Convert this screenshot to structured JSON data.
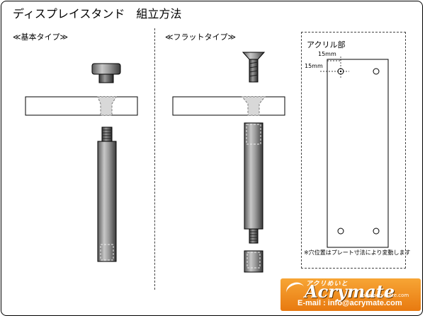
{
  "title": "ディスプレイスタンド　組立方法",
  "sections": {
    "basic": "≪基本タイプ≫",
    "flat": "≪フラットタイプ≫",
    "acrylic": "アクリル部"
  },
  "dimensions": {
    "horizontal": "15mm",
    "vertical": "15mm"
  },
  "note": "※穴位置はプレート寸法により変動します",
  "logo": {
    "kana": "アクリめいと",
    "name": "Acrymate",
    "url": "www.acrymate.com",
    "email": "E-mail : info@acrymate.com"
  },
  "colors": {
    "logo_bg": "#f08a1e",
    "plate_fill": "#ffffff",
    "hole_fill": "#d8d8d8"
  }
}
